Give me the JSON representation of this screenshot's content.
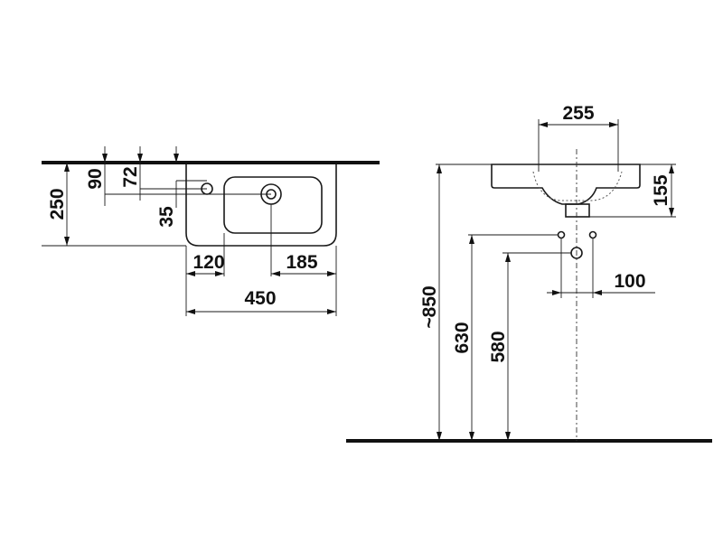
{
  "dimensions": {
    "front_offset_90": "90",
    "front_offset_72": "72",
    "front_depth_250": "250",
    "tap_offset_35": "35",
    "left_offset_120": "120",
    "right_offset_185": "185",
    "total_width_450": "450",
    "bowl_width_255": "255",
    "basin_height_155": "155",
    "overall_height_850": "~850",
    "inlet_height_630": "630",
    "outlet_height_580": "580",
    "inlet_spacing_100": "100"
  },
  "colors": {
    "line": "#1a1a1a",
    "background": "#ffffff"
  }
}
